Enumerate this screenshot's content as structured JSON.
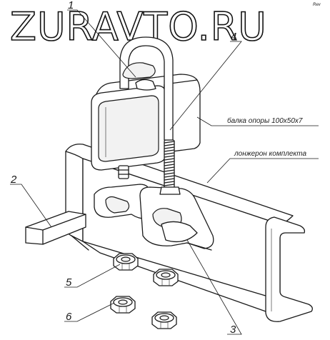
{
  "watermark": "ZURAVTO.RU",
  "corner_mark": "Rev",
  "callouts": {
    "c1": "1",
    "c2": "2",
    "c3": "3",
    "c4": "4",
    "c5": "5",
    "c6": "6"
  },
  "captions": {
    "beam": "балка опоры 100х50х7",
    "spar": "лонжерон комплекта"
  }
}
